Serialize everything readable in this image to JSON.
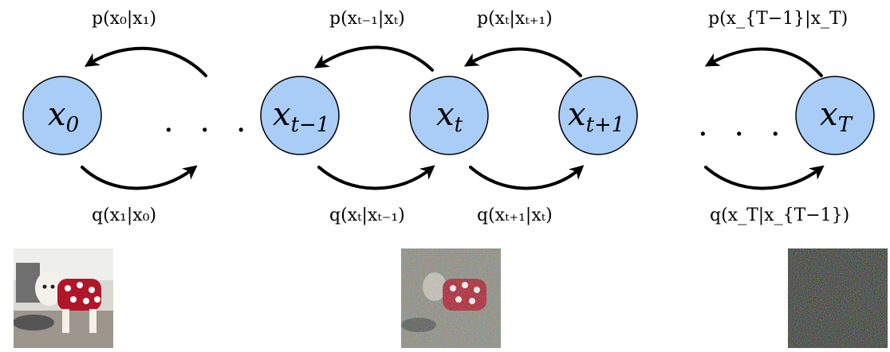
{
  "nodes": [
    {
      "id": "x0",
      "var": "x",
      "sub": "0"
    },
    {
      "id": "xtm1",
      "var": "x",
      "sub": "t−1"
    },
    {
      "id": "xt",
      "var": "x",
      "sub": "t"
    },
    {
      "id": "xtp1",
      "var": "x",
      "sub": "t+1"
    },
    {
      "id": "xT",
      "var": "x",
      "sub": "T"
    }
  ],
  "ellipsis": ". . .",
  "reverse_labels": {
    "p1": "p(x₀|x₁)",
    "p2": "p(xₜ₋₁|xₜ)",
    "p3": "p(xₜ|xₜ₊₁)",
    "p4": "p(x_{T−1}|x_T)"
  },
  "forward_labels": {
    "q1": "q(x₁|x₀)",
    "q2": "q(xₜ|xₜ₋₁)",
    "q3": "q(xₜ₊₁|xₜ)",
    "q4": "q(x_T|x_{T−1})"
  },
  "colors": {
    "node_fill": "#a9cdf6",
    "stroke": "#000000"
  },
  "images": [
    {
      "name": "clean-dog-photo",
      "noise": 0.0
    },
    {
      "name": "partially-noised-dog-photo",
      "noise": 0.5
    },
    {
      "name": "pure-noise-image",
      "noise": 1.0
    }
  ]
}
